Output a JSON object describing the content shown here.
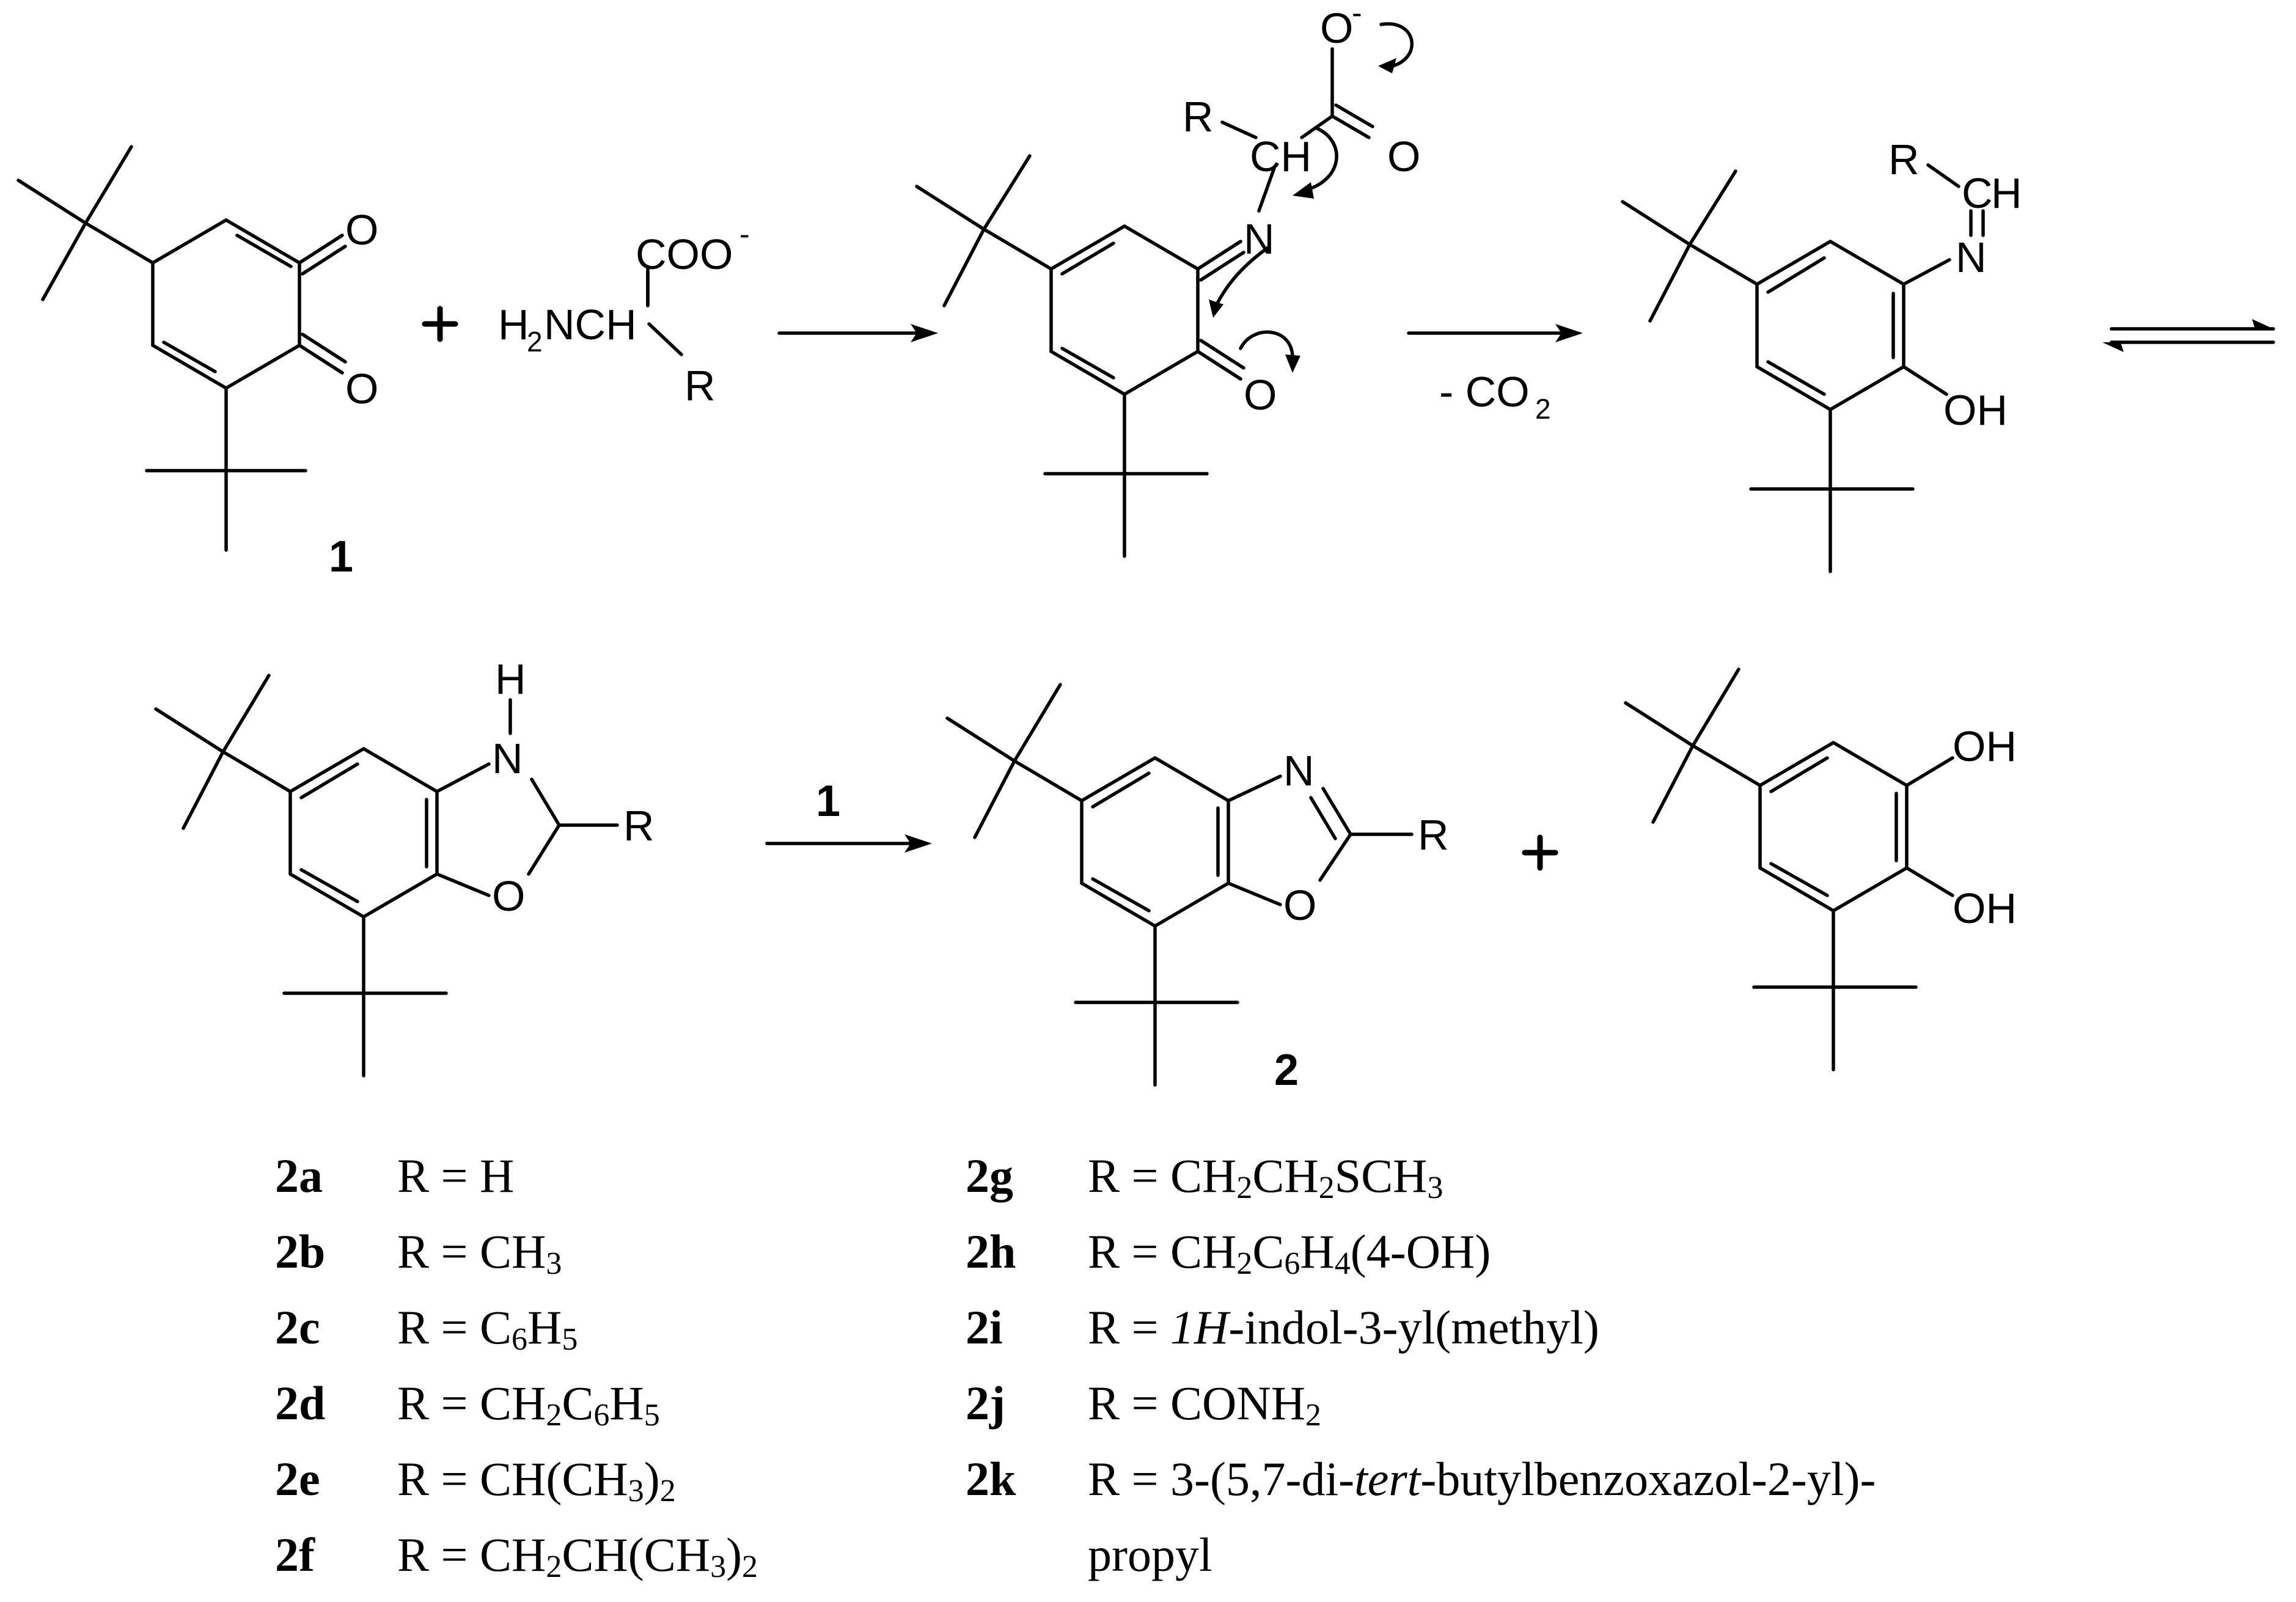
{
  "atoms": {
    "o": "O",
    "n": "N",
    "h": "H",
    "r": "R",
    "oh": "OH",
    "coo": "COO",
    "minus": "-",
    "h2nch_h": "H",
    "h2nch_2": "2",
    "h2nch_nch": "NCH",
    "ch": "CH",
    "c_eq": "C",
    "minus_co2_prefix": "- CO",
    "minus_co2_sub": "2"
  },
  "compounds": {
    "c1": "1",
    "c2": "2",
    "arrow_reagent": "1"
  },
  "legend": {
    "left": [
      {
        "id": "2a",
        "r": "R = H",
        "r_parts": [
          [
            "R = H",
            ""
          ]
        ]
      },
      {
        "id": "2b",
        "r_parts": [
          [
            "R = CH",
            ""
          ],
          [
            "3",
            "sub"
          ]
        ]
      },
      {
        "id": "2c",
        "r_parts": [
          [
            "R = C",
            ""
          ],
          [
            "6",
            "sub"
          ],
          [
            "H",
            ""
          ],
          [
            "5",
            "sub"
          ]
        ]
      },
      {
        "id": "2d",
        "r_parts": [
          [
            "R = CH",
            ""
          ],
          [
            "2",
            "sub"
          ],
          [
            "C",
            ""
          ],
          [
            "6",
            "sub"
          ],
          [
            "H",
            ""
          ],
          [
            "5",
            "sub"
          ]
        ]
      },
      {
        "id": "2e",
        "r_parts": [
          [
            "R = CH(CH",
            ""
          ],
          [
            "3",
            "sub"
          ],
          [
            ")",
            ""
          ],
          [
            "2",
            "sub"
          ]
        ]
      },
      {
        "id": "2f",
        "r_parts": [
          [
            "R = CH",
            ""
          ],
          [
            "2",
            "sub"
          ],
          [
            "CH(CH",
            ""
          ],
          [
            "3",
            "sub"
          ],
          [
            ")",
            ""
          ],
          [
            "2",
            "sub"
          ]
        ]
      }
    ],
    "right": [
      {
        "id": "2g",
        "r_parts": [
          [
            "R = CH",
            ""
          ],
          [
            "2",
            "sub"
          ],
          [
            "CH",
            ""
          ],
          [
            "2",
            "sub"
          ],
          [
            "SCH",
            ""
          ],
          [
            "3",
            "sub"
          ]
        ]
      },
      {
        "id": "2h",
        "r_parts": [
          [
            "R = CH",
            ""
          ],
          [
            "2",
            "sub"
          ],
          [
            "C",
            ""
          ],
          [
            "6",
            "sub"
          ],
          [
            "H",
            ""
          ],
          [
            "4",
            "sub"
          ],
          [
            "(4-OH)",
            ""
          ]
        ]
      },
      {
        "id": "2i",
        "r_parts": [
          [
            "R = ",
            ""
          ],
          [
            "1H",
            "i"
          ],
          [
            "-indol-3-yl(methyl)",
            ""
          ]
        ]
      },
      {
        "id": "2j",
        "r_parts": [
          [
            "R = CONH",
            ""
          ],
          [
            "2",
            "sub"
          ]
        ]
      },
      {
        "id": "2k",
        "r_parts": [
          [
            "R = 3-(5,7-di-",
            ""
          ],
          [
            "tert",
            "i"
          ],
          [
            "-butylbenzoxazol-2-yl)-",
            ""
          ]
        ]
      },
      {
        "id": "",
        "r_parts": [
          [
            "propyl",
            ""
          ]
        ]
      }
    ]
  }
}
